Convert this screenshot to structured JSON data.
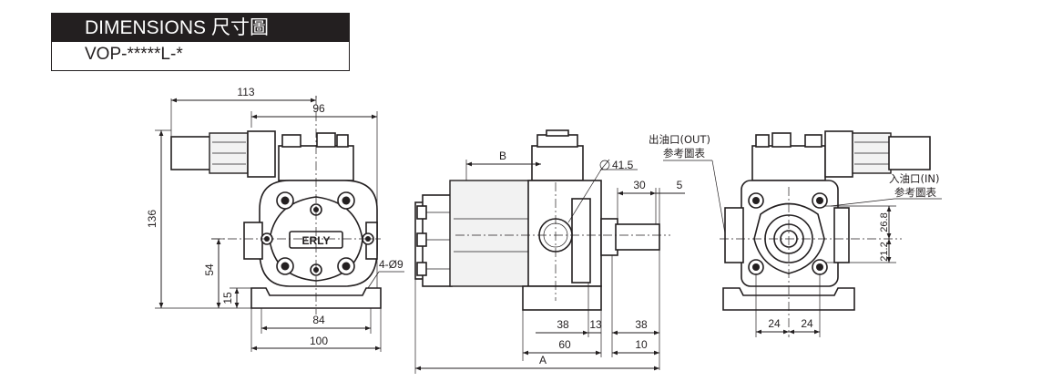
{
  "header": {
    "title_en": "DIMENSIONS",
    "title_cjk": "尺寸圖",
    "model": "VOP-*****L-*"
  },
  "front_view": {
    "dim_113": "113",
    "dim_96": "96",
    "dim_136": "136",
    "dim_54": "54",
    "dim_15": "15",
    "dim_84": "84",
    "dim_100": "100",
    "hole_label": "4-Ø9",
    "brand": "ERLY"
  },
  "side_view": {
    "dim_B": "B",
    "port_dia": "41.5",
    "dim_30": "30",
    "dim_5": "5",
    "dim_38a": "38",
    "dim_13": "13",
    "dim_38b": "38",
    "dim_60": "60",
    "dim_10": "10",
    "dim_A": "A",
    "outlet_label_1": "出油口(OUT)",
    "outlet_label_2": "参考圖表"
  },
  "rear_view": {
    "inlet_label_1": "入油口(IN)",
    "inlet_label_2": "参考圖表",
    "dim_26_8": "26.8",
    "dim_21_2": "21.2",
    "dim_24a": "24",
    "dim_24b": "24"
  }
}
